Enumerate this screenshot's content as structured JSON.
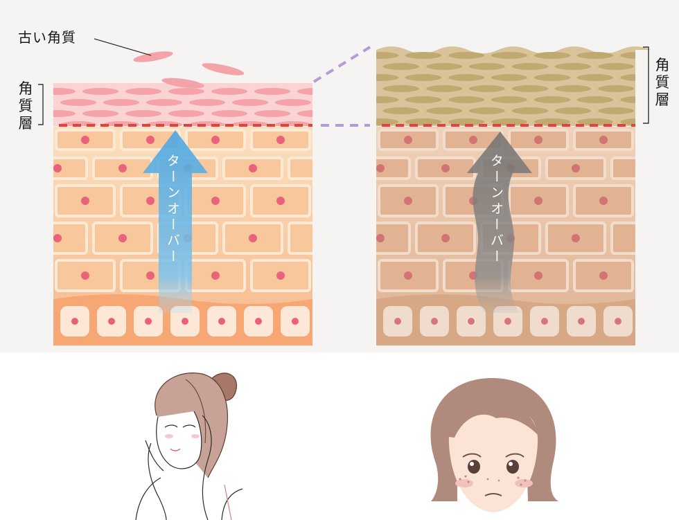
{
  "labels": {
    "old_keratin": "古い角質",
    "stratum_corneum_left": "角質層",
    "stratum_corneum_right": "角質層"
  },
  "arrows": {
    "healthy": {
      "text": "ターンオーバー",
      "color": "#6db8e6"
    },
    "stagnant": {
      "text": "ターンオーバー",
      "color": "#8a8a8a"
    }
  },
  "colors": {
    "background_top": "#f5f4f3",
    "background_bottom": "#ffffff",
    "healthy_skin": "#f8c9a6",
    "healthy_keratin": "#f4a3a8",
    "dull_skin": "#e8c3a6",
    "dull_keratin": "#c9b48a",
    "boundary_line": "#e0433f",
    "connector": "#b49ad6"
  }
}
